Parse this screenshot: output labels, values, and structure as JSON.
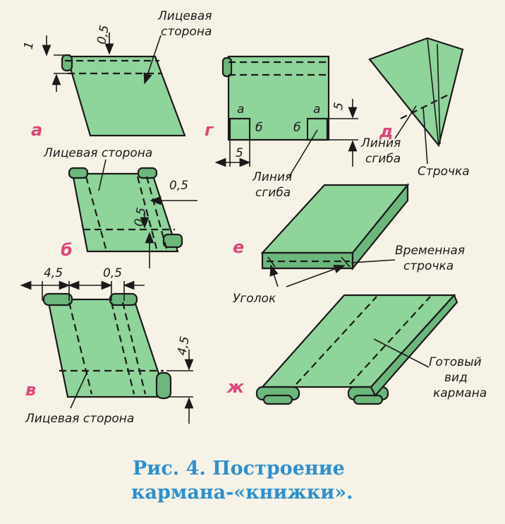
{
  "labels": {
    "a_face": [
      "Лицевая",
      "сторона"
    ],
    "dim_1": "1",
    "dim_05_a": "0,5",
    "letter_a": "а",
    "letter_b": "б",
    "letter_v": "в",
    "letter_g": "г",
    "letter_d": "д",
    "letter_e": "е",
    "letter_zh": "ж",
    "b_face": "Лицевая сторона",
    "b_dim_05": "0,5",
    "b_dim_05_v": "0,5",
    "v_dim_45_top": "4,5",
    "v_dim_05_top": "0,5",
    "v_dim_45_side": "4,5",
    "v_face": "Лицевая сторона",
    "g_a1": "а",
    "g_b1": "б",
    "g_b2": "б",
    "g_a2": "а",
    "g_dim5_h": "5",
    "g_dim5_v": "5",
    "g_fold": [
      "Линия",
      "сгиба"
    ],
    "d_fold": [
      "Линия",
      "сгиба"
    ],
    "d_stitch": "Строчка",
    "e_temp": [
      "Временная",
      "строчка"
    ],
    "e_corner": "Уголок",
    "zh_done": [
      "Готовый",
      "вид",
      "кармана"
    ]
  },
  "caption": {
    "line1": "Рис. 4. Построение",
    "line2": "кармана-«книжки»."
  },
  "colors": {
    "fabric": "#8fd49a",
    "fabric_dark": "#6cb77c",
    "letters": "#e0457b",
    "caption": "#2d8fd0"
  }
}
